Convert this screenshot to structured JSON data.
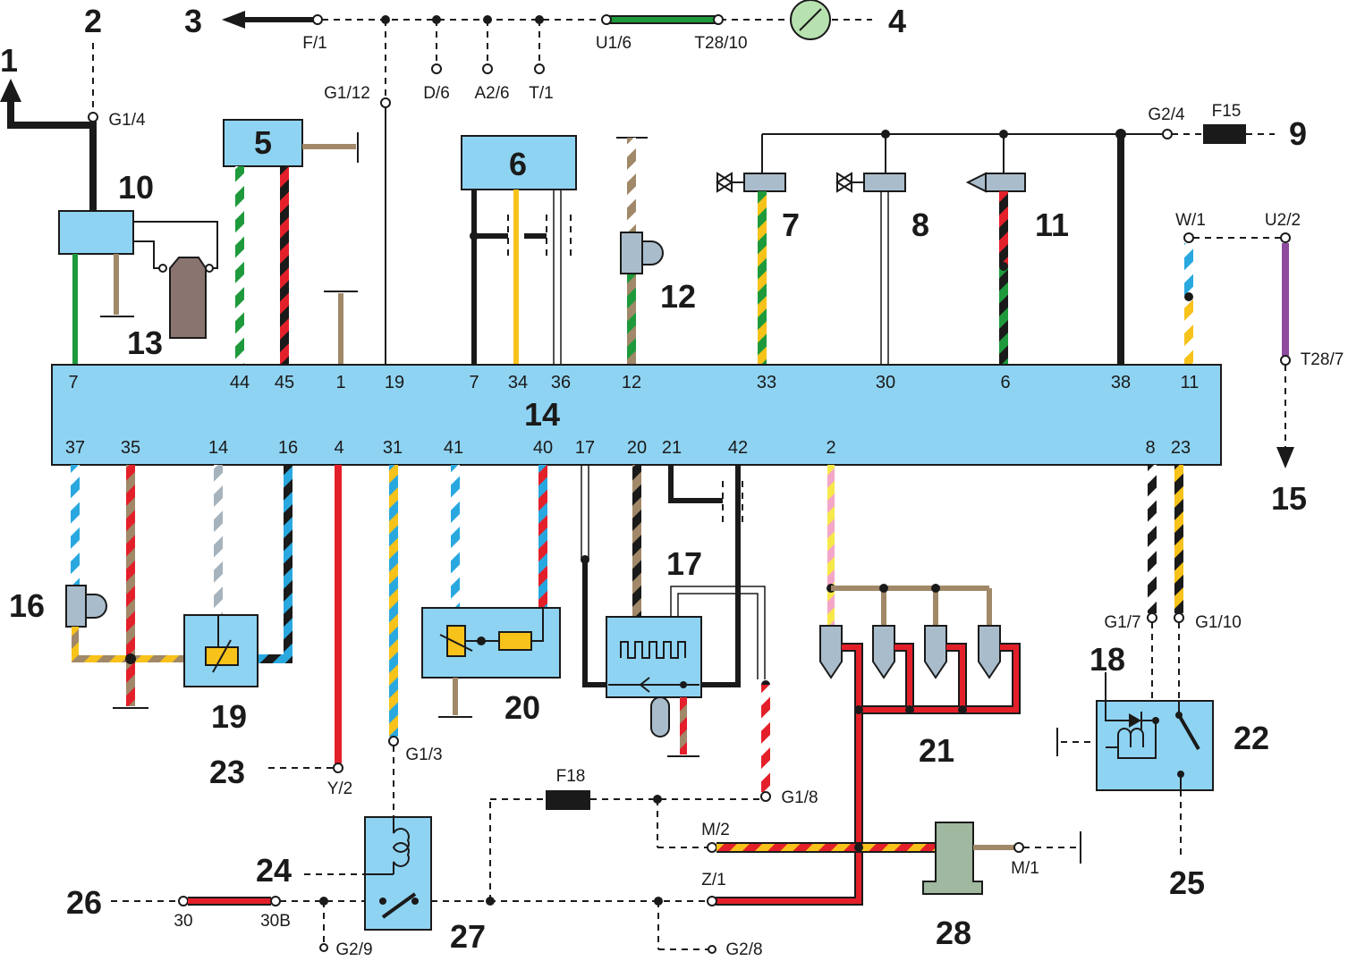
{
  "diagram": {
    "component_numbers": [
      "1",
      "2",
      "3",
      "4",
      "5",
      "6",
      "7",
      "8",
      "9",
      "10",
      "11",
      "12",
      "13",
      "14",
      "15",
      "16",
      "17",
      "18",
      "19",
      "20",
      "21",
      "22",
      "23",
      "24",
      "25",
      "26",
      "27",
      "28"
    ],
    "connectors": {
      "f1": "F/1",
      "g1_12": "G1/12",
      "d6": "D/6",
      "a2_6": "A2/6",
      "t1": "T/1",
      "u1_6": "U1/6",
      "t28_10": "T28/10",
      "g1_4": "G1/4",
      "g2_4": "G2/4",
      "f15": "F15",
      "w1": "W/1",
      "u2_2": "U2/2",
      "t28_7": "T28/7",
      "g1_7": "G1/7",
      "g1_10": "G1/10",
      "g1_3": "G1/3",
      "y2": "Y/2",
      "f18": "F18",
      "g1_8": "G1/8",
      "m2": "M/2",
      "m1": "M/1",
      "z1": "Z/1",
      "g2_8": "G2/8",
      "g2_9": "G2/9",
      "t30": "30",
      "t30b": "30B"
    },
    "ecu": {
      "label": "14",
      "top_pins": [
        "7",
        "44",
        "45",
        "1",
        "19",
        "7",
        "34",
        "36",
        "12",
        "33",
        "30",
        "6",
        "38",
        "11"
      ],
      "bottom_pins": [
        "37",
        "35",
        "14",
        "16",
        "4",
        "31",
        "41",
        "40",
        "17",
        "20",
        "21",
        "42",
        "2",
        "8",
        "23"
      ]
    },
    "colors": {
      "module": "#8fd3f2",
      "wire_black": "#1a1a1a",
      "wire_red": "#e3202a",
      "wire_green": "#1e9a3c",
      "wire_yellow": "#f7c21a",
      "wire_blue": "#29a8e0",
      "wire_brown": "#a08868",
      "wire_white": "#ffffff",
      "wire_grey": "#a6b3bd",
      "wire_pink": "#f4a6c8",
      "wire_violet": "#8e4a9e",
      "fuse": "#1a1a1a",
      "sensor": "#a9bccb",
      "coil": "#9fb89f"
    }
  }
}
